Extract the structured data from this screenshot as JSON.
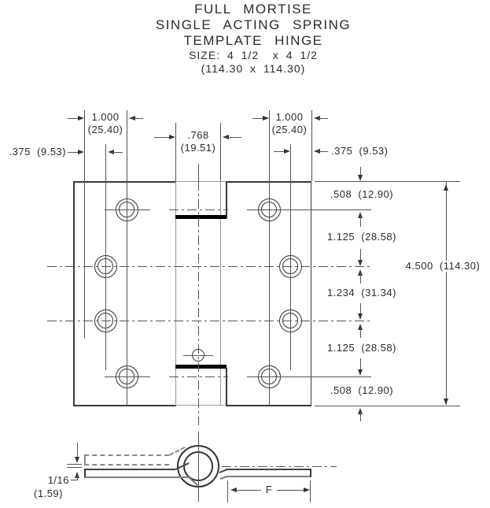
{
  "title": {
    "line1": "FULL MORTISE",
    "line2": "SINGLE ACTING SPRING",
    "line3": "TEMPLATE HINGE",
    "size_line": "SIZE: 4 1/2  x 4 1/2",
    "size_metric": "(114.30 x 114.30)"
  },
  "top_dims": {
    "left_offset": ".375  (9.53)",
    "left_spacing_in": "1.000",
    "left_spacing_mm": "(25.40)",
    "center_in": ".768",
    "center_mm": "(19.51)",
    "right_spacing_in": "1.000",
    "right_spacing_mm": "(25.40)",
    "right_offset": ".375  (9.53)"
  },
  "right_dims": {
    "items": [
      ".508  (12.90)",
      "1.125  (28.58)",
      "1.234  (31.34)",
      "1.125  (28.58)",
      ".508  (12.90)"
    ],
    "overall": "4.500  (114.30)"
  },
  "profile_dims": {
    "gap_in": "1/16",
    "gap_mm": "(1.59)",
    "frame_label": "F"
  },
  "colors": {
    "line": "#3a3a3a",
    "centerline": "#555555",
    "hidden_line": "#888888",
    "spring_bar": "#000000",
    "background": "#ffffff"
  }
}
